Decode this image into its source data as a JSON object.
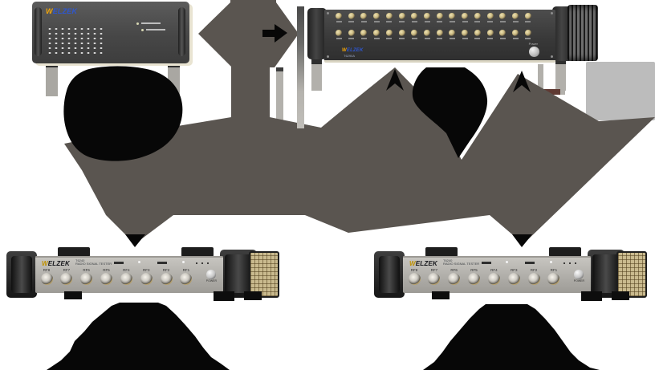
{
  "palette": {
    "arrow_gray": "#5a5550",
    "blob_black": "#000000",
    "cream_edge": "#e9e4d2",
    "side_panel_gray": "#bcbcbc",
    "brand_blue": "#2e57d0",
    "brand_yellow": "#f2a60a"
  },
  "top_left_device": {
    "brand_first": "W",
    "brand_rest": "ELZEK"
  },
  "rack_device": {
    "brand_first": "W",
    "brand_rest": "ELZEK",
    "model": "T6290A",
    "power_label": "Power",
    "rows": 2,
    "ports_per_row": 16
  },
  "bottom_left_device": {
    "brand_first": "W",
    "brand_rest": "ELZEK",
    "model": "T6240",
    "subtitle": "RADIO SIGNAL TESTER",
    "power_label": "POWER",
    "ports": [
      "RF8",
      "RF7",
      "RF6",
      "RF5",
      "RF4",
      "RF3",
      "RF2",
      "RF1"
    ]
  },
  "bottom_right_device": {
    "brand_first": "W",
    "brand_rest": "ELZEK",
    "model": "T6240",
    "subtitle": "RADIO SIGNAL TESTER",
    "power_label": "POWER",
    "ports": [
      "RF8",
      "RF7",
      "RF6",
      "RF5",
      "RF4",
      "RF3",
      "RF2",
      "RF1"
    ]
  }
}
